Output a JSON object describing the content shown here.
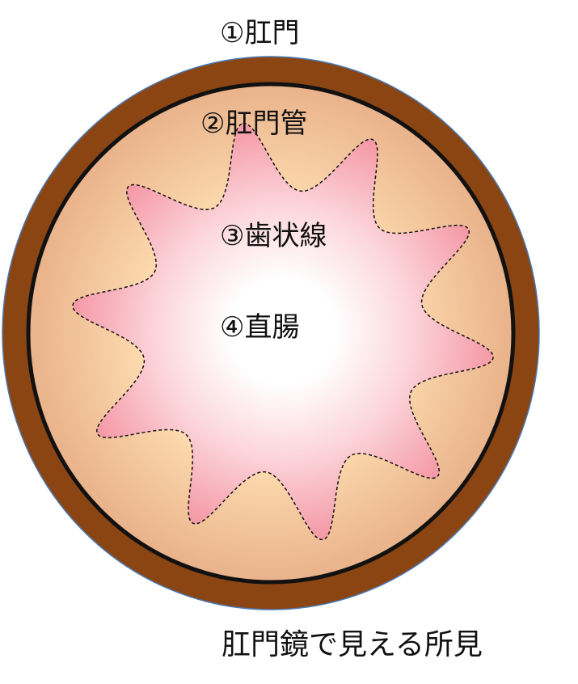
{
  "labels": {
    "anus": "①肛門",
    "anal_canal": "②肛門管",
    "dentate_line": "③歯状線",
    "rectum": "④直腸"
  },
  "caption": "肛門鏡で見える所見",
  "colors": {
    "anus_ring": "#8B4513",
    "ring_edge": "#4a7ab5",
    "canal_outer": "#e9b28a",
    "canal_inner": "#fdd9ae",
    "dentate_outer": "#f59aa7",
    "rectum_center": "#ffffff",
    "outline": "#111111",
    "label_text": "#111111"
  }
}
